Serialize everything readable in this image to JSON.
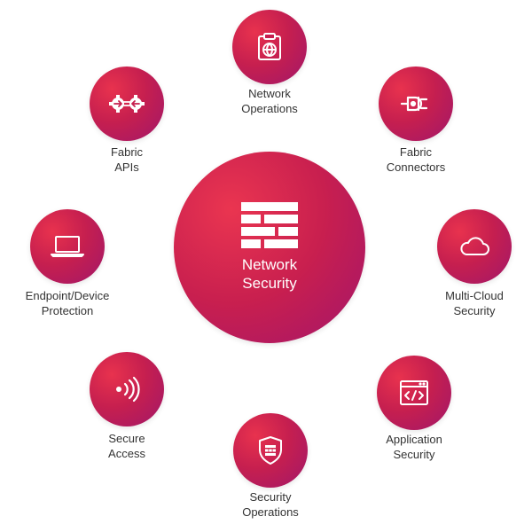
{
  "center": {
    "line1": "Network",
    "line2": "Security",
    "icon": "firewall-brick-icon"
  },
  "nodes": [
    {
      "id": "network-operations",
      "line1": "Network",
      "line2": "Operations",
      "icon": "clipboard-globe-icon"
    },
    {
      "id": "fabric-connectors",
      "line1": "Fabric",
      "line2": "Connectors",
      "icon": "plug-connector-icon"
    },
    {
      "id": "multi-cloud-security",
      "line1": "Multi-Cloud",
      "line2": "Security",
      "icon": "cloud-icon"
    },
    {
      "id": "application-security",
      "line1": "Application",
      "line2": "Security",
      "icon": "code-window-icon"
    },
    {
      "id": "security-operations",
      "line1": "Security",
      "line2": "Operations",
      "icon": "shield-fortinet-icon"
    },
    {
      "id": "secure-access",
      "line1": "Secure",
      "line2": "Access",
      "icon": "wireless-signal-icon"
    },
    {
      "id": "endpoint-device-protection",
      "line1": "Endpoint/Device",
      "line2": "Protection",
      "icon": "laptop-icon"
    },
    {
      "id": "fabric-apis",
      "line1": "Fabric",
      "line2": "APIs",
      "icon": "gears-arrows-icon"
    }
  ],
  "colors": {
    "gradient_start": "#e8324e",
    "gradient_end": "#a1176a",
    "label_text": "#333333",
    "icon_stroke": "#ffffff"
  }
}
